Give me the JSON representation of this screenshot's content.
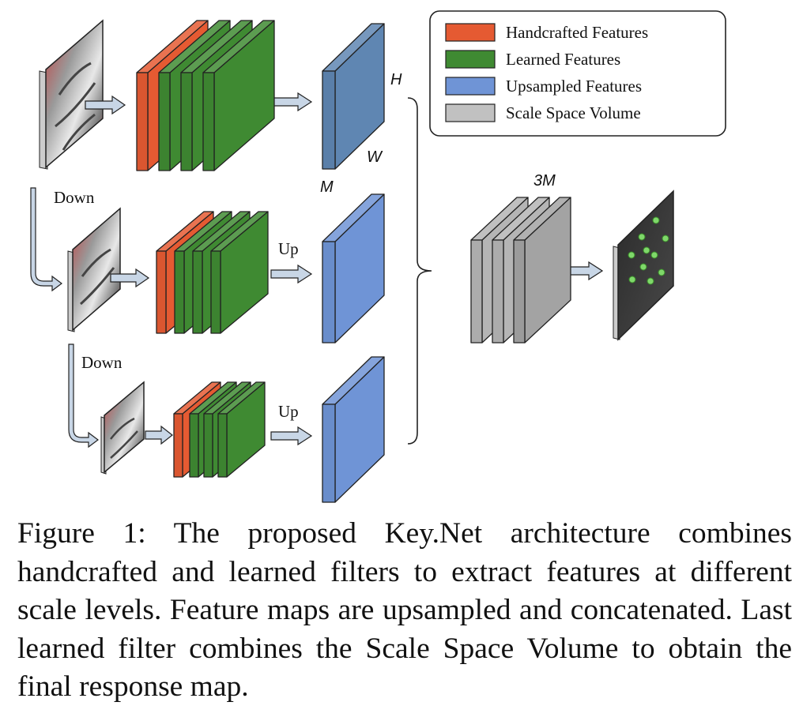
{
  "legend": {
    "items": [
      {
        "label": "Handcrafted Features",
        "color": "#e55a32"
      },
      {
        "label": "Learned Features",
        "color": "#3f8a32"
      },
      {
        "label": "Upsampled Features",
        "color": "#6f94d6"
      },
      {
        "label": "Scale Space Volume",
        "color": "#c1c1c1"
      }
    ]
  },
  "labels": {
    "down_1": "Down",
    "down_2": "Down",
    "up_1": "Up",
    "up_2": "Up",
    "dim_h": "H",
    "dim_w": "W",
    "dim_m": "M",
    "dim_3m": "3M"
  },
  "colors": {
    "handcrafted": "#e55a32",
    "learned": "#3f8a32",
    "upsampled": "#6f94d6",
    "upsampled_top": "#5f86b2",
    "volume": "#b5b5b5",
    "arrow": "#c8d6e6"
  },
  "caption": "Figure 1:  The proposed Key.Net architecture combines handcrafted and learned filters to extract features at different scale levels. Feature maps are upsampled and concatenated. Last learned filter combines the Scale Space Volume to obtain the final response map."
}
